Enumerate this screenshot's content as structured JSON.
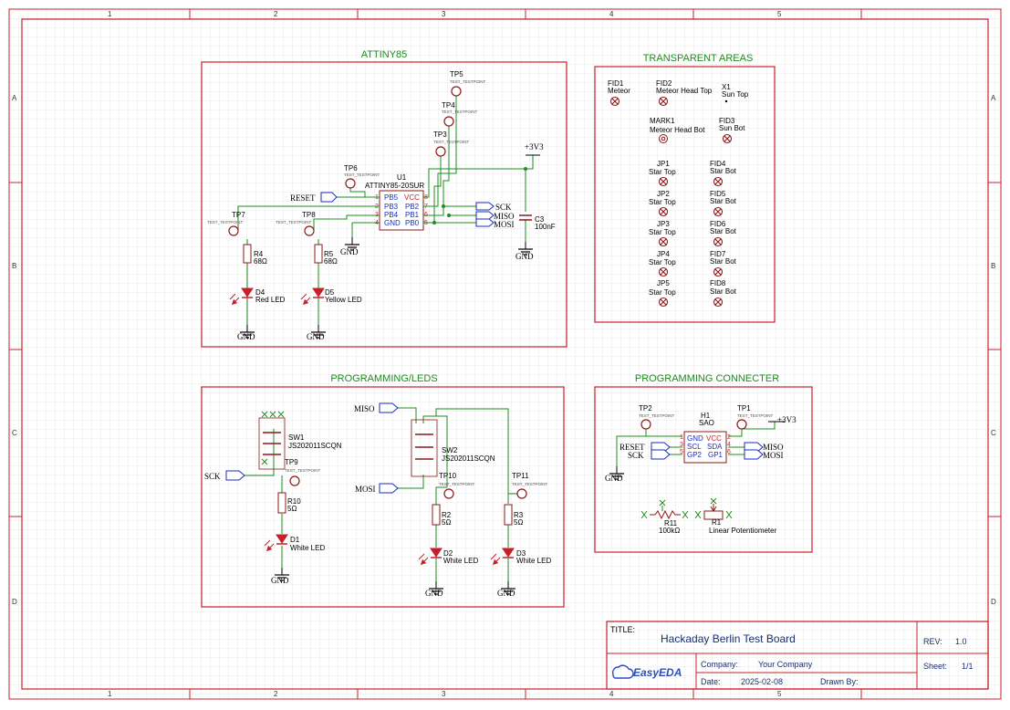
{
  "frame": {
    "col_numbers": [
      "1",
      "2",
      "3",
      "4",
      "5"
    ],
    "row_letters": [
      "A",
      "B",
      "C",
      "D"
    ]
  },
  "blocks": {
    "attiny": "ATTINY85",
    "transparent": "TRANSPARENT AREAS",
    "prog_leds": "PROGRAMMING/LEDS",
    "prog_conn": "PROGRAMMING CONNECTER"
  },
  "attiny_block": {
    "u1_ref": "U1",
    "u1_value": "ATTINY85-20SUR",
    "u1_pins_left": [
      "PB5",
      "PB3",
      "PB4",
      "GND"
    ],
    "u1_pins_right": [
      "VCC",
      "PB2",
      "PB1",
      "PB0"
    ],
    "pin_nums_left": [
      "1",
      "2",
      "3",
      "4"
    ],
    "pin_nums_right": [
      "8",
      "7",
      "6",
      "5"
    ],
    "tp5": "TP5",
    "tp4": "TP4",
    "tp3": "TP3",
    "tp6": "TP6",
    "tp7": "TP7",
    "tp8": "TP8",
    "tp_value": "TEST_TESTPOINT",
    "reset_port": "RESET",
    "sck_port": "SCK",
    "miso_port": "MISO",
    "mosi_port": "MOSI",
    "c3": "C3",
    "c3_val": "100nF",
    "vcc": "+3V3",
    "gnd": "GND",
    "r4": "R4",
    "r4_val": "68Ω",
    "r5": "R5",
    "r5_val": "68Ω",
    "d4": "D4",
    "d4_val": "Red LED",
    "d5": "D5",
    "d5_val": "Yellow LED"
  },
  "transparent_block": {
    "fid1": "FID1",
    "fid1_val": "Meteor",
    "fid2": "FID2",
    "fid2_val": "Meteor Head Top",
    "x1": "X1",
    "x1_val": "Sun Top",
    "mark1": "MARK1",
    "mark1_val": "Meteor Head Bot",
    "fid3": "FID3",
    "fid3_val": "Sun Bot",
    "jp": [
      {
        "ref": "JP1",
        "val": "Star Top"
      },
      {
        "ref": "JP2",
        "val": "Star Top"
      },
      {
        "ref": "JP3",
        "val": "Star Top"
      },
      {
        "ref": "JP4",
        "val": "Star Top"
      },
      {
        "ref": "JP5",
        "val": "Star Top"
      }
    ],
    "fid_bot": [
      {
        "ref": "FID4",
        "val": "Star Bot"
      },
      {
        "ref": "FID5",
        "val": "Star Bot"
      },
      {
        "ref": "FID6",
        "val": "Star Bot"
      },
      {
        "ref": "FID7",
        "val": "Star Bot"
      },
      {
        "ref": "FID8",
        "val": "Star Bot"
      }
    ]
  },
  "prog_leds_block": {
    "sw1": "SW1",
    "sw1_val": "JS202011SCQN",
    "sw2": "SW2",
    "sw2_val": "JS202011SCQN",
    "tp9": "TP9",
    "tp10": "TP10",
    "tp11": "TP11",
    "tp_value": "TEST_TESTPOINT",
    "sck_port": "SCK",
    "miso_port": "MISO",
    "mosi_port": "MOSI",
    "r10": "R10",
    "r10_val": "5Ω",
    "r2": "R2",
    "r2_val": "5Ω",
    "r3": "R3",
    "r3_val": "5Ω",
    "d1": "D1",
    "d1_val": "White LED",
    "d2": "D2",
    "d2_val": "White LED",
    "d3": "D3",
    "d3_val": "White LED",
    "gnd": "GND"
  },
  "prog_conn_block": {
    "tp2": "TP2",
    "tp1": "TP1",
    "tp_value": "TEST_TESTPOINT",
    "h1": "H1",
    "h1_val": "SAO",
    "pins_left": [
      "GND",
      "SCL",
      "GP2"
    ],
    "pins_right": [
      "VCC",
      "SDA",
      "GP1"
    ],
    "pin_nums_left": [
      "1",
      "3",
      "5"
    ],
    "pin_nums_right": [
      "2",
      "4",
      "6"
    ],
    "vcc": "+3V3",
    "reset_port": "RESET",
    "sck_port": "SCK",
    "miso_port": "MISO",
    "mosi_port": "MOSI",
    "gnd": "GND",
    "r11": "R11",
    "r11_val": "100kΩ",
    "r1": "R1",
    "r1_val": "Linear Potentiometer"
  },
  "title_block": {
    "title_label": "TITLE:",
    "title": "Hackaday Berlin Test Board",
    "rev_label": "REV:",
    "rev": "1.0",
    "logo": "EasyEDA",
    "company_label": "Company:",
    "company": "Your Company",
    "sheet_label": "Sheet:",
    "sheet": "1/1",
    "date_label": "Date:",
    "date": "2025-02-08",
    "drawn_label": "Drawn By:"
  },
  "colors": {
    "frame": "#c8202a",
    "wire": "#1e8c1e",
    "part": "#8b1a1a",
    "blue": "#1a2dbf",
    "grid": "#e6e6e6",
    "title_blue": "#2a4fbf"
  }
}
